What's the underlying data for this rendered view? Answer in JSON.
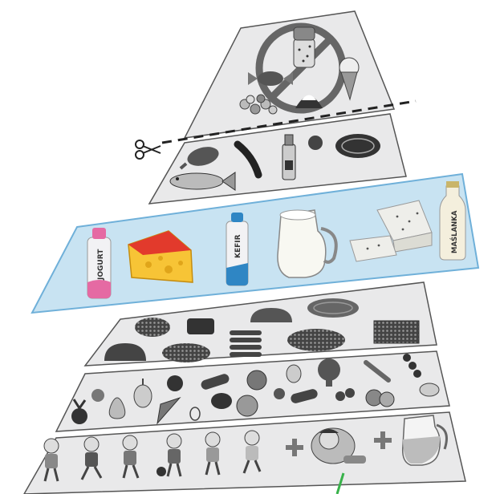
{
  "products": {
    "jogurt_label": "JOGURT",
    "kefir_label": "KEFIR",
    "maslanka_label": "MAŚLANKA"
  },
  "colors": {
    "tier_fill": "#e9e9ea",
    "tier_stroke": "#555555",
    "dairy_fill": "#c8e3f2",
    "dairy_stroke": "#6fb0d9",
    "cheese": "#f7c436",
    "cheese_rind": "#e23a2c",
    "yogurt_pink": "#e56aa3",
    "kefir_blue": "#2f86c4",
    "arrow_green": "#38b24a"
  },
  "icons": [
    "prohibition-icon",
    "scissors-icon",
    "salt-shaker-icon",
    "candy-icon",
    "ice-cream-icon",
    "chicken-leg-icon",
    "peas-icon",
    "oil-bottle-icon",
    "steak-icon",
    "fish-icon",
    "yogurt-bottle-icon",
    "cheese-icon",
    "kefir-bottle-icon",
    "milk-jug-icon",
    "cottage-cheese-icon",
    "buttermilk-bottle-icon",
    "bread-icon",
    "grain-icon",
    "vegetable-icon",
    "fruit-icon",
    "child-icon",
    "plus-icon",
    "sleep-icon",
    "water-jug-icon"
  ]
}
